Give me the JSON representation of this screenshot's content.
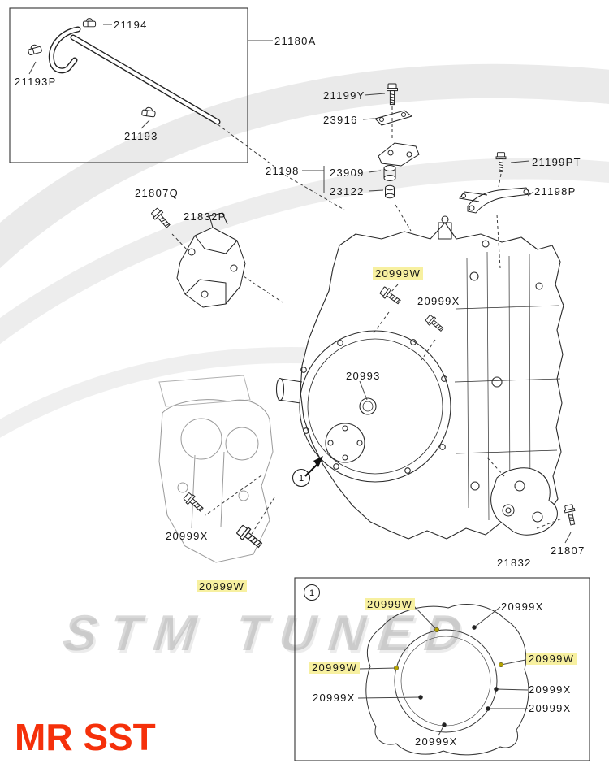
{
  "branding": {
    "watermark": "STM TUNED",
    "logo_text": "MR SST"
  },
  "colors": {
    "highlight": "#f7f0a0",
    "brand_red": "#f5300a"
  },
  "diagram": {
    "marker": "1",
    "labels": {
      "p21194": "21194",
      "p21180A": "21180A",
      "p21193P": "21193P",
      "p21193": "21193",
      "p21199Y": "21199Y",
      "p23916": "23916",
      "p21198": "21198",
      "p23909": "23909",
      "p23122": "23122",
      "p21199PT": "21199PT",
      "p21198P": "21198P",
      "p21807Q": "21807Q",
      "p21832P": "21832P",
      "p20999W_top": "20999W",
      "p20999X_top": "20999X",
      "p20993": "20993",
      "p20999X_bottom": "20999X",
      "p20999W_bottom": "20999W",
      "p21832": "21832",
      "p21807": "21807"
    },
    "inset": {
      "marker": "1",
      "labels": {
        "w_top": "20999W",
        "x_top": "20999X",
        "w_left": "20999W",
        "w_right": "20999W",
        "x_left": "20999X",
        "x_right1": "20999X",
        "x_right2": "20999X",
        "x_bottom": "20999X"
      }
    }
  }
}
